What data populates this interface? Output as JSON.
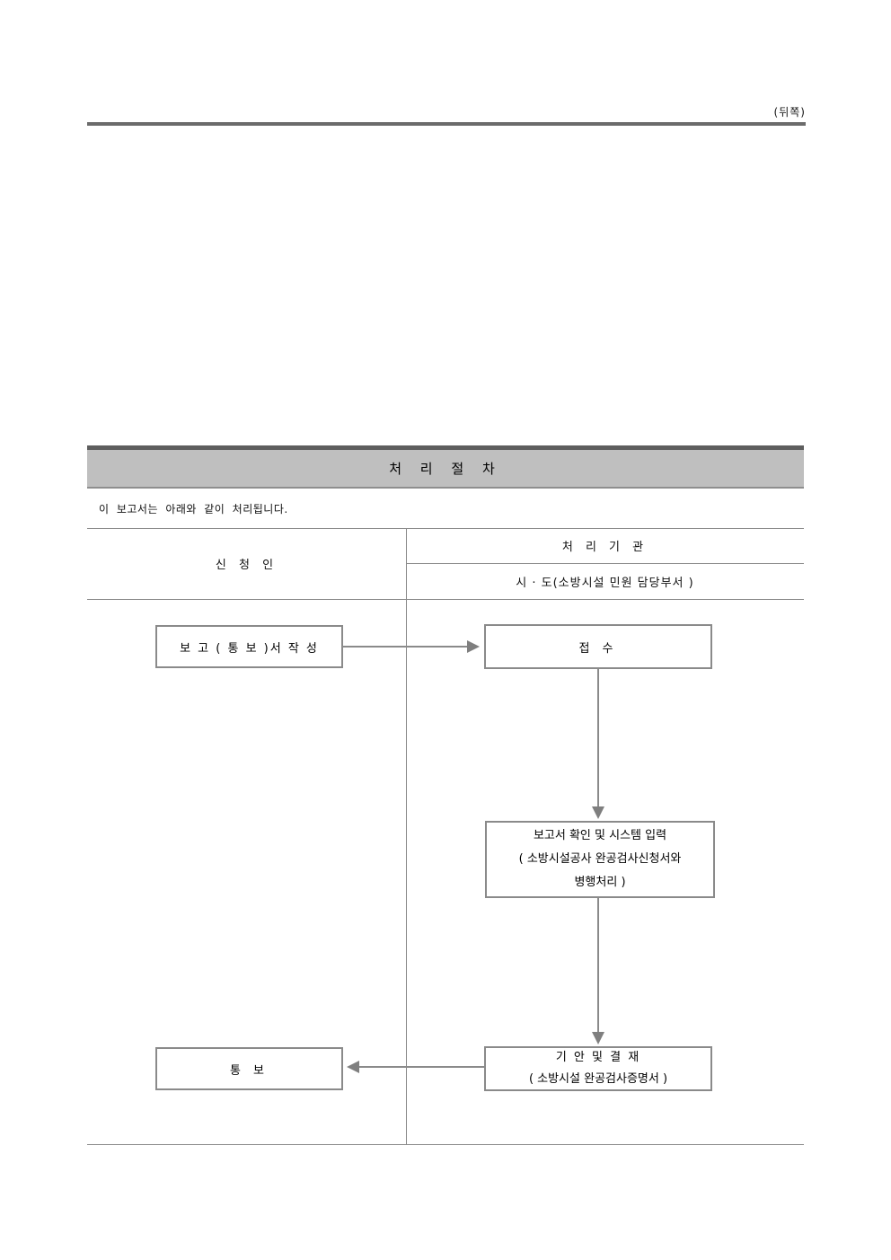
{
  "colors": {
    "title_bar_fill": "#bfbfbf",
    "title_bar_top_border": "#5e5e5e",
    "rule_gray": "#6b6b6b",
    "line_gray": "#8a8a8a",
    "arrow_gray": "#7f7f7f"
  },
  "page": {
    "back_marker": "(뒤쪽)"
  },
  "title_bar": {
    "label": "처 리 절 차"
  },
  "intro": {
    "text": "이 보고서는 아래와 같이 처리됩니다."
  },
  "table": {
    "applicant_header": "신 청 인",
    "agency_header": "처 리 기 관",
    "agency_subheader": "시 · 도(소방시설 민원 담당부서 )"
  },
  "flowchart": {
    "write_report": {
      "label": "보 고 ( 통 보 )서   작 성"
    },
    "receipt": {
      "label": "접  수"
    },
    "confirm": {
      "line1": "보고서 확인 및 시스템 입력",
      "line2": "( 소방시설공사 완공검사신청서와",
      "line3": "병행처리 )"
    },
    "draft": {
      "line1": "기 안  및  결 재",
      "line2": "( 소방시설 완공검사증명서 )"
    },
    "notify": {
      "label": "통   보"
    }
  }
}
